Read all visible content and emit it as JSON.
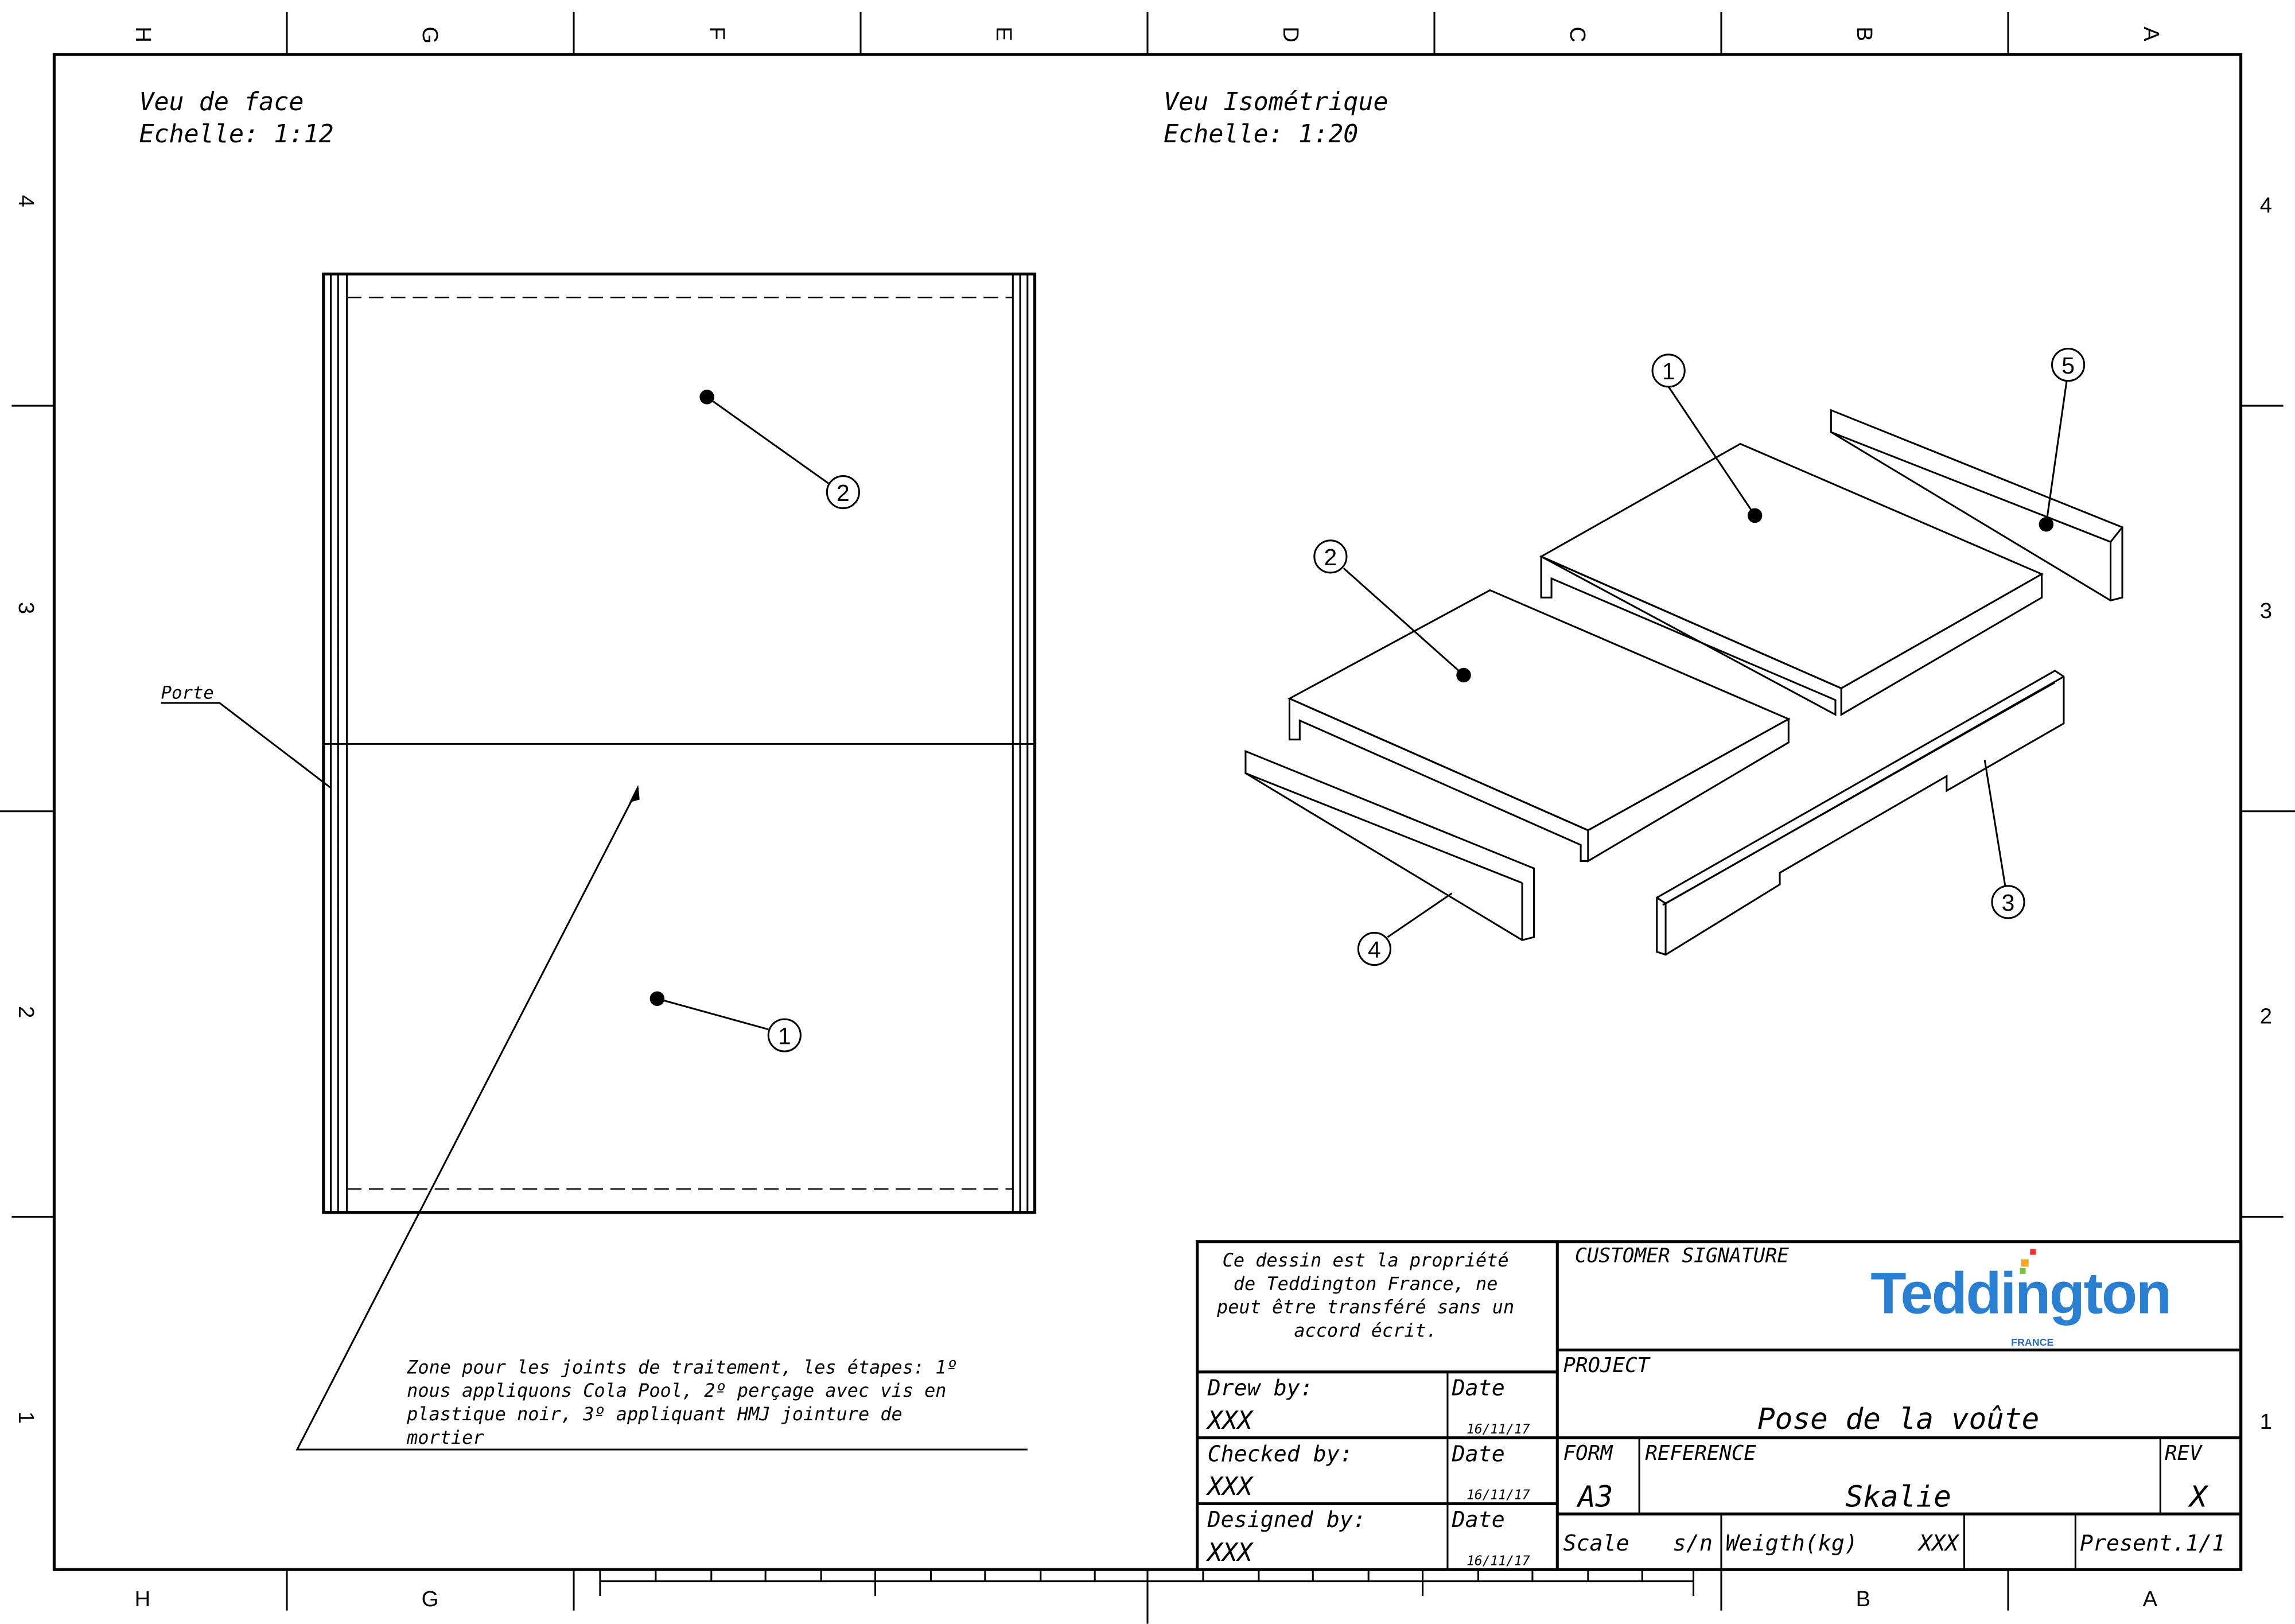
{
  "zones": {
    "columns_top": [
      "H",
      "G",
      "F",
      "E",
      "D",
      "C",
      "B",
      "A"
    ],
    "columns_bottom": [
      "H",
      "G",
      "B",
      "A"
    ],
    "rows": [
      "4",
      "3",
      "2",
      "1"
    ]
  },
  "front_view": {
    "title": "Veu de face",
    "scale": "Echelle:  1:12",
    "label_porte": "Porte",
    "balloons": [
      "2",
      "1"
    ]
  },
  "iso_view": {
    "title": "Veu Isométrique",
    "scale": "Echelle:  1:20",
    "balloons": [
      "1",
      "5",
      "2",
      "3",
      "4"
    ]
  },
  "note": {
    "lines": [
      "Zone pour les joints de traitement, les étapes: 1º",
      "nous appliquons Cola Pool, 2º perçage avec vis en",
      "plastique noir, 3º appliquant HMJ jointure de",
      "mortier"
    ]
  },
  "title_block": {
    "property_notice": [
      "Ce dessin est la propriété",
      "de Teddington France, ne",
      "peut être transféré sans un",
      "accord écrit."
    ],
    "customer_signature": "CUSTOMER SIGNATURE",
    "logo": {
      "name": "Teddington",
      "sub": "FRANCE",
      "color": "#2a7fd0"
    },
    "project_label": "PROJECT",
    "project": "Pose de la voûte",
    "drew_by_label": "Drew by:",
    "drew_by": "XXX",
    "checked_by_label": "Checked by:",
    "checked_by": "XXX",
    "designed_by_label": "Designed by:",
    "designed_by": "XXX",
    "date_label": "Date",
    "dates": [
      "16/11/17",
      "16/11/17",
      "16/11/17"
    ],
    "form_label": "FORM",
    "form": "A3",
    "reference_label": "REFERENCE",
    "reference": "Skalie",
    "rev_label": "REV",
    "rev": "X",
    "scale_label": "Scale",
    "scale": "s/n",
    "weight_label": "Weigth(kg)",
    "weight": "XXX",
    "sheet": "Present.1/1"
  }
}
